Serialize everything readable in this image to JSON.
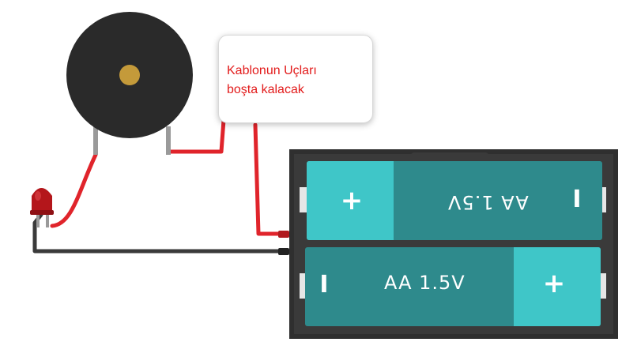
{
  "annotation": {
    "lines": [
      "Kablonun Uçları",
      "boşta kalacak"
    ]
  },
  "battery_holder": {
    "cells": [
      {
        "label": "AA 1.5V",
        "positive": "+",
        "negative": "I",
        "orientation": "flipped"
      },
      {
        "label": "AA 1.5V",
        "positive": "+",
        "negative": "I",
        "orientation": "normal"
      }
    ]
  },
  "components": {
    "buzzer": "piezo-buzzer-icon",
    "led": "red-led-icon"
  },
  "colors": {
    "wire_red": "#e0242b",
    "wire_black": "#3a3a3a",
    "holder": "#333333",
    "cell_body": "#2e8a8c",
    "cell_terminal": "#3fc6c8",
    "buzzer_body": "#2a2a2a",
    "buzzer_center": "#c49a3a",
    "led": "#b4161b",
    "annotation_text": "#e21a1a"
  }
}
